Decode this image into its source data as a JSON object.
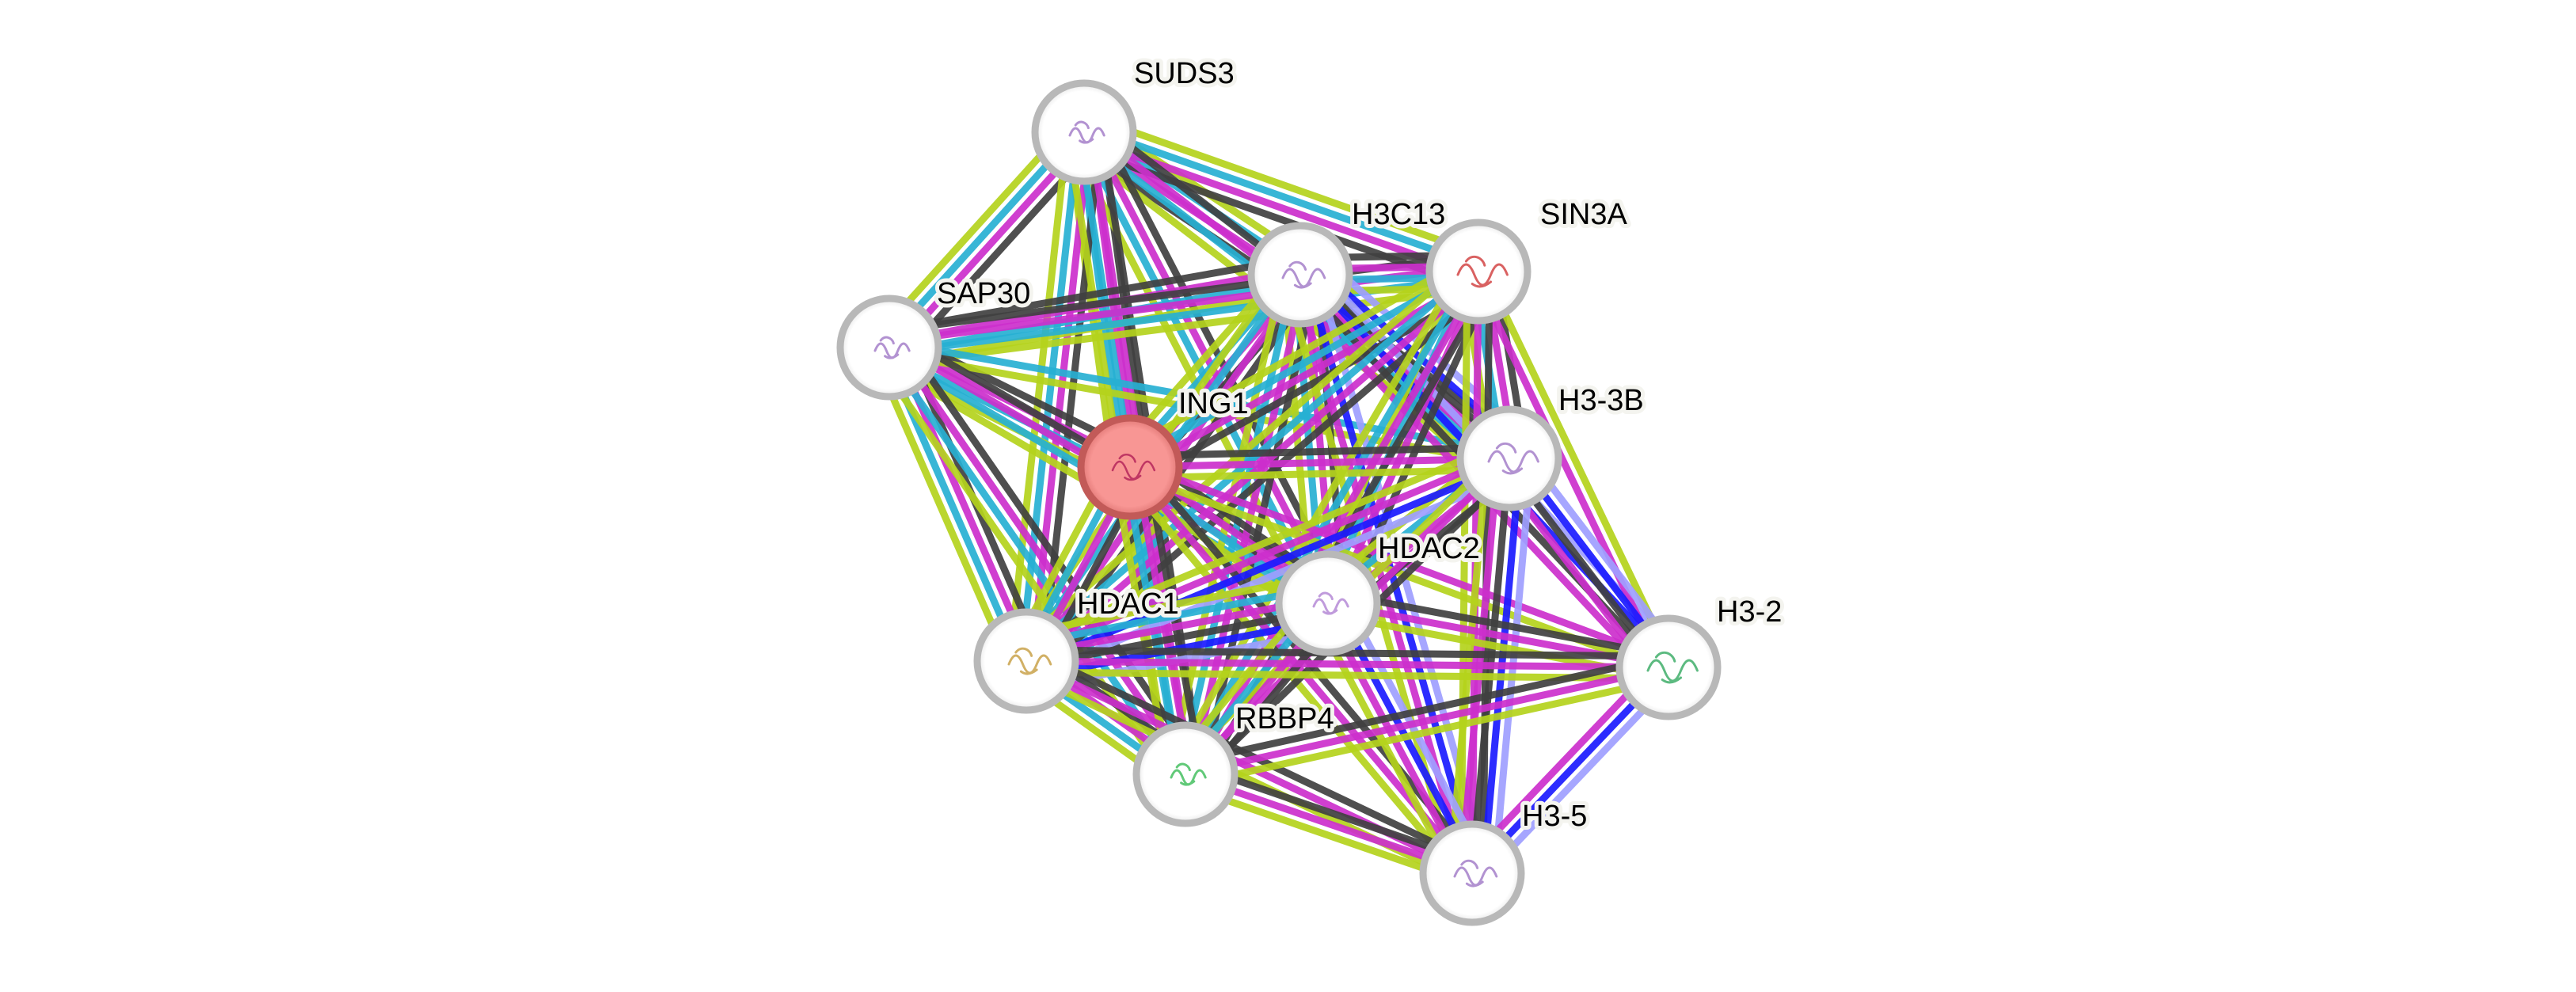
{
  "title": "Protein interaction network",
  "channel_colors": {
    "textmining": "#b4d21c",
    "coexpression": "#404040",
    "experiments": "#cc2fcc",
    "databases": "#27b0d3",
    "homology": "#9e9eff",
    "cooccurrence": "#1a1aff"
  },
  "nodes": [
    {
      "id": "SUDS3",
      "label": "SUDS3",
      "query": false,
      "structure_color": "#a57fc9"
    },
    {
      "id": "H3C13",
      "label": "H3C13",
      "query": false,
      "structure_color": "#a57fc9"
    },
    {
      "id": "SIN3A",
      "label": "SIN3A",
      "query": false,
      "structure_color": "#d24545"
    },
    {
      "id": "SAP30",
      "label": "SAP30",
      "query": false,
      "structure_color": "#a57fc9"
    },
    {
      "id": "ING1",
      "label": "ING1",
      "query": true,
      "structure_color": "#b5265a"
    },
    {
      "id": "H3-3B",
      "label": "H3-3B",
      "query": false,
      "structure_color": "#a57fc9"
    },
    {
      "id": "HDAC2",
      "label": "HDAC2",
      "query": false,
      "structure_color": "#b58ad6"
    },
    {
      "id": "HDAC1",
      "label": "HDAC1",
      "query": false,
      "structure_color": "#c9a24a"
    },
    {
      "id": "H3-2",
      "label": "H3-2",
      "query": false,
      "structure_color": "#3fae6a"
    },
    {
      "id": "RBBP4",
      "label": "RBBP4",
      "query": false,
      "structure_color": "#45c060"
    },
    {
      "id": "H3-5",
      "label": "H3-5",
      "query": false,
      "structure_color": "#a57fc9"
    }
  ],
  "node_style": {
    "ring_color": "#b8b8b8",
    "fill_color": "#ffffff",
    "query_fill_color": "#f89694",
    "query_ring_color": "#c25a58",
    "label_halo_color": "#f4f4ef"
  },
  "edges": [
    {
      "source": "SUDS3",
      "target": "SAP30",
      "channels": [
        "coexpression",
        "experiments",
        "databases",
        "textmining"
      ]
    },
    {
      "source": "SUDS3",
      "target": "H3C13",
      "channels": [
        "textmining",
        "databases",
        "experiments",
        "coexpression"
      ]
    },
    {
      "source": "SUDS3",
      "target": "SIN3A",
      "channels": [
        "textmining",
        "databases",
        "experiments",
        "coexpression"
      ]
    },
    {
      "source": "SUDS3",
      "target": "ING1",
      "channels": [
        "coexpression",
        "experiments",
        "databases",
        "textmining"
      ]
    },
    {
      "source": "SUDS3",
      "target": "H3-3B",
      "channels": [
        "coexpression",
        "experiments",
        "databases",
        "textmining"
      ]
    },
    {
      "source": "SUDS3",
      "target": "HDAC2",
      "channels": [
        "coexpression",
        "experiments",
        "databases",
        "textmining"
      ]
    },
    {
      "source": "SUDS3",
      "target": "HDAC1",
      "channels": [
        "coexpression",
        "experiments",
        "databases",
        "textmining"
      ]
    },
    {
      "source": "SUDS3",
      "target": "RBBP4",
      "channels": [
        "coexpression",
        "experiments",
        "databases",
        "textmining"
      ]
    },
    {
      "source": "SAP30",
      "target": "H3C13",
      "channels": [
        "coexpression",
        "experiments",
        "databases",
        "textmining"
      ]
    },
    {
      "source": "SAP30",
      "target": "SIN3A",
      "channels": [
        "coexpression",
        "experiments",
        "databases",
        "textmining"
      ]
    },
    {
      "source": "SAP30",
      "target": "ING1",
      "channels": [
        "coexpression",
        "experiments",
        "databases",
        "textmining"
      ]
    },
    {
      "source": "SAP30",
      "target": "H3-3B",
      "channels": [
        "databases",
        "textmining"
      ]
    },
    {
      "source": "SAP30",
      "target": "HDAC2",
      "channels": [
        "coexpression",
        "experiments",
        "databases",
        "textmining"
      ]
    },
    {
      "source": "SAP30",
      "target": "HDAC1",
      "channels": [
        "coexpression",
        "experiments",
        "databases",
        "textmining"
      ]
    },
    {
      "source": "SAP30",
      "target": "RBBP4",
      "channels": [
        "coexpression",
        "experiments",
        "databases",
        "textmining"
      ]
    },
    {
      "source": "H3C13",
      "target": "SIN3A",
      "channels": [
        "coexpression",
        "experiments",
        "databases",
        "textmining"
      ]
    },
    {
      "source": "H3C13",
      "target": "ING1",
      "channels": [
        "coexpression",
        "experiments",
        "databases",
        "textmining"
      ]
    },
    {
      "source": "H3C13",
      "target": "H3-3B",
      "channels": [
        "homology",
        "cooccurrence",
        "coexpression",
        "experiments",
        "databases",
        "textmining"
      ]
    },
    {
      "source": "H3C13",
      "target": "HDAC2",
      "channels": [
        "coexpression",
        "experiments",
        "databases",
        "textmining"
      ]
    },
    {
      "source": "H3C13",
      "target": "HDAC1",
      "channels": [
        "coexpression",
        "experiments",
        "databases",
        "textmining"
      ]
    },
    {
      "source": "H3C13",
      "target": "RBBP4",
      "channels": [
        "coexpression",
        "experiments",
        "databases",
        "textmining"
      ]
    },
    {
      "source": "H3C13",
      "target": "H3-2",
      "channels": [
        "homology",
        "cooccurrence",
        "coexpression",
        "experiments"
      ]
    },
    {
      "source": "H3C13",
      "target": "H3-5",
      "channels": [
        "homology",
        "cooccurrence",
        "experiments",
        "textmining"
      ]
    },
    {
      "source": "SIN3A",
      "target": "ING1",
      "channels": [
        "coexpression",
        "experiments",
        "databases",
        "textmining"
      ]
    },
    {
      "source": "SIN3A",
      "target": "H3-3B",
      "channels": [
        "coexpression",
        "experiments",
        "databases",
        "textmining"
      ]
    },
    {
      "source": "SIN3A",
      "target": "HDAC2",
      "channels": [
        "coexpression",
        "experiments",
        "databases",
        "textmining"
      ]
    },
    {
      "source": "SIN3A",
      "target": "HDAC1",
      "channels": [
        "coexpression",
        "experiments",
        "databases",
        "textmining"
      ]
    },
    {
      "source": "SIN3A",
      "target": "RBBP4",
      "channels": [
        "coexpression",
        "experiments",
        "databases",
        "textmining"
      ]
    },
    {
      "source": "SIN3A",
      "target": "H3-2",
      "channels": [
        "textmining",
        "experiments"
      ]
    },
    {
      "source": "SIN3A",
      "target": "H3-5",
      "channels": [
        "coexpression",
        "experiments",
        "textmining"
      ]
    },
    {
      "source": "ING1",
      "target": "H3-3B",
      "channels": [
        "coexpression",
        "experiments",
        "textmining"
      ]
    },
    {
      "source": "ING1",
      "target": "HDAC2",
      "channels": [
        "coexpression",
        "experiments",
        "databases",
        "textmining"
      ]
    },
    {
      "source": "ING1",
      "target": "HDAC1",
      "channels": [
        "coexpression",
        "experiments",
        "databases",
        "textmining"
      ]
    },
    {
      "source": "ING1",
      "target": "RBBP4",
      "channels": [
        "coexpression",
        "experiments",
        "databases",
        "textmining"
      ]
    },
    {
      "source": "ING1",
      "target": "H3-2",
      "channels": [
        "experiments",
        "textmining"
      ]
    },
    {
      "source": "ING1",
      "target": "H3-5",
      "channels": [
        "coexpression",
        "experiments",
        "textmining"
      ]
    },
    {
      "source": "H3-3B",
      "target": "HDAC2",
      "channels": [
        "coexpression",
        "experiments",
        "databases",
        "textmining"
      ]
    },
    {
      "source": "H3-3B",
      "target": "HDAC1",
      "channels": [
        "homology",
        "cooccurrence",
        "experiments",
        "textmining"
      ]
    },
    {
      "source": "H3-3B",
      "target": "RBBP4",
      "channels": [
        "coexpression",
        "experiments",
        "textmining"
      ]
    },
    {
      "source": "H3-3B",
      "target": "H3-2",
      "channels": [
        "homology",
        "cooccurrence",
        "coexpression",
        "experiments"
      ]
    },
    {
      "source": "H3-3B",
      "target": "H3-5",
      "channels": [
        "homology",
        "cooccurrence",
        "coexpression",
        "experiments",
        "textmining"
      ]
    },
    {
      "source": "HDAC2",
      "target": "HDAC1",
      "channels": [
        "homology",
        "cooccurrence",
        "coexpression",
        "experiments",
        "databases",
        "textmining"
      ]
    },
    {
      "source": "HDAC2",
      "target": "RBBP4",
      "channels": [
        "coexpression",
        "experiments",
        "databases",
        "textmining"
      ]
    },
    {
      "source": "HDAC2",
      "target": "H3-2",
      "channels": [
        "coexpression",
        "experiments",
        "textmining"
      ]
    },
    {
      "source": "HDAC2",
      "target": "H3-5",
      "channels": [
        "homology",
        "cooccurrence",
        "experiments",
        "textmining"
      ]
    },
    {
      "source": "HDAC1",
      "target": "RBBP4",
      "channels": [
        "coexpression",
        "experiments",
        "databases",
        "textmining"
      ]
    },
    {
      "source": "HDAC1",
      "target": "H3-2",
      "channels": [
        "coexpression",
        "experiments",
        "textmining"
      ]
    },
    {
      "source": "HDAC1",
      "target": "H3-5",
      "channels": [
        "coexpression",
        "experiments",
        "textmining"
      ]
    },
    {
      "source": "RBBP4",
      "target": "H3-2",
      "channels": [
        "coexpression",
        "experiments",
        "textmining"
      ]
    },
    {
      "source": "RBBP4",
      "target": "H3-5",
      "channels": [
        "coexpression",
        "experiments",
        "textmining"
      ]
    },
    {
      "source": "H3-2",
      "target": "H3-5",
      "channels": [
        "homology",
        "cooccurrence",
        "experiments"
      ]
    }
  ]
}
